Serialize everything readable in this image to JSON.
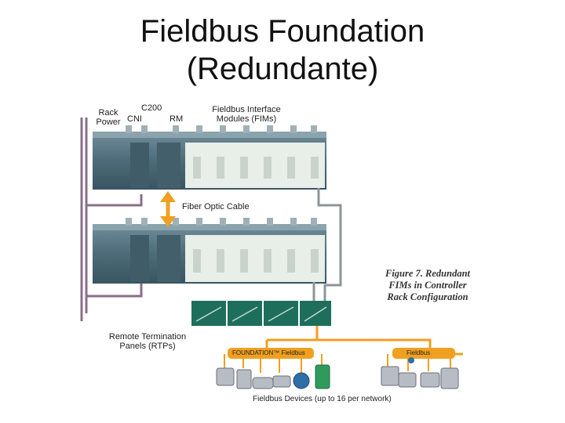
{
  "title": {
    "line1": "Fieldbus Foundation",
    "line2": "(Redundante)"
  },
  "labels": {
    "rack_power": [
      "Rack",
      "Power"
    ],
    "c200": "C200",
    "cni": "CNI",
    "rm": "RM",
    "fim": [
      "Fieldbus Interface",
      "Modules (FIMs)"
    ],
    "fiber": "Fiber Optic Cable",
    "rtp": [
      "Remote Termination",
      "Panels (RTPs)"
    ],
    "devices": "Fieldbus Devices  (up to 16 per network)"
  },
  "figure_caption": [
    "Figure 7.  Redundant",
    "FIMs in Controller",
    "Rack Configuration"
  ],
  "banners": {
    "left": "FOUNDATION™ Fieldbus",
    "right": "Fieldbus"
  },
  "colors": {
    "rack_dark": "#4d6b78",
    "rack_light": "#e8eee8",
    "rtp_green": "#1e6e5c",
    "fiber_orange": "#f0a020",
    "power_purple": "#8a6f88"
  }
}
